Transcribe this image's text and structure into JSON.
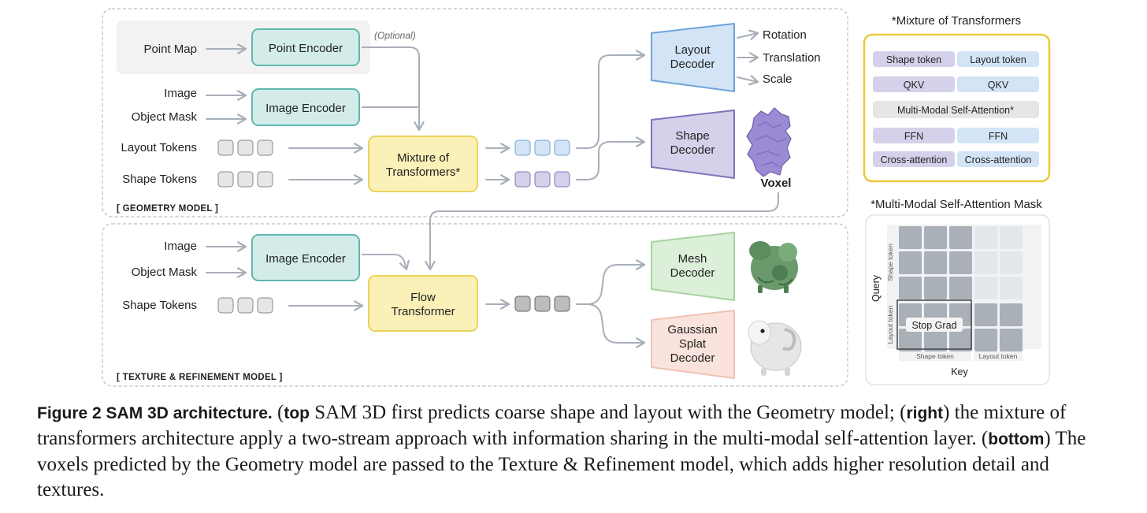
{
  "geometry_model": {
    "title": "[ GEOMETRY MODEL ]",
    "inputs": {
      "point_map": "Point Map",
      "image": "Image",
      "object_mask": "Object Mask",
      "layout_tokens": "Layout Tokens",
      "shape_tokens": "Shape Tokens"
    },
    "optional_label": "(Optional)",
    "point_encoder": "Point Encoder",
    "image_encoder": "Image Encoder",
    "mot": [
      "Mixture of",
      "Transformers*"
    ],
    "layout_decoder": [
      "Layout",
      "Decoder"
    ],
    "shape_decoder": [
      "Shape",
      "Decoder"
    ],
    "outputs": {
      "rotation": "Rotation",
      "translation": "Translation",
      "scale": "Scale",
      "voxel": "Voxel"
    }
  },
  "texture_model": {
    "title": "[ TEXTURE & REFINEMENT MODEL ]",
    "inputs": {
      "image": "Image",
      "object_mask": "Object Mask",
      "shape_tokens": "Shape Tokens"
    },
    "image_encoder": "Image Encoder",
    "flow": [
      "Flow",
      "Transformer"
    ],
    "mesh_decoder": [
      "Mesh",
      "Decoder"
    ],
    "gaussian_decoder": [
      "Gaussian",
      "Splat",
      "Decoder"
    ]
  },
  "mot_panel": {
    "title": "*Mixture of Transformers",
    "rows": [
      [
        "Shape token",
        "Layout token"
      ],
      [
        "QKV",
        "QKV"
      ],
      [
        "Multi-Modal Self-Attention*"
      ],
      [
        "FFN",
        "FFN"
      ],
      [
        "Cross-attention",
        "Cross-attention"
      ]
    ]
  },
  "mask_panel": {
    "title": "*Multi-Modal Self-Attention Mask",
    "y_label": "Query",
    "x_label": "Key",
    "row_groups": [
      "Shape token",
      "Layout token"
    ],
    "col_groups": [
      "Shape token",
      "Layout token"
    ],
    "stop_grad": "Stop Grad",
    "mask": [
      [
        1,
        1,
        1,
        0,
        0
      ],
      [
        1,
        1,
        1,
        0,
        0
      ],
      [
        1,
        1,
        1,
        0,
        0
      ],
      [
        1,
        1,
        1,
        1,
        1
      ],
      [
        1,
        1,
        1,
        1,
        1
      ]
    ]
  },
  "caption": {
    "lead": "Figure 2  SAM 3D architecture.",
    "s1_kw": "top",
    "s1": " SAM 3D first predicts coarse shape and layout with the Geometry model; (",
    "s2_kw": "right",
    "s2": ") the mixture of transformers architecture apply a two-stream approach with information sharing in the multi-modal self-attention layer. (",
    "s3_kw": "bottom",
    "s3": ") The voxels predicted by the Geometry model are passed to the Texture & Refinement model, which adds higher resolution detail and textures."
  },
  "colors": {
    "encoder_fill": "#d3ece9",
    "encoder_stroke": "#5fb8ad",
    "transformer_fill": "#fbf1b8",
    "transformer_stroke": "#ecd35c",
    "layout_fill": "#d2e4f6",
    "layout_stroke": "#6fa3d8",
    "shape_fill": "#d4d1ea",
    "shape_stroke": "#7f74b8",
    "mesh_fill": "#dcefd9",
    "mesh_stroke": "#a9d3a1",
    "gaussian_fill": "#fae3dc",
    "gaussian_stroke": "#f0c2b4",
    "arrow": "#a7afb8",
    "panel_border": "#ecc93b"
  }
}
